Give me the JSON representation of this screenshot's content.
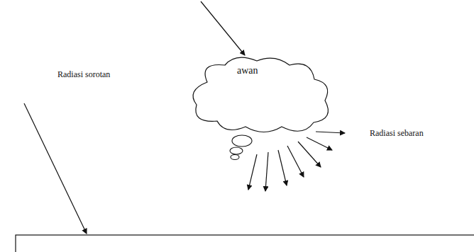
{
  "diagram": {
    "nodes": [
      {
        "text": [
          "awan"
        ]
      }
    ],
    "labels": [
      "Radiasi sorotan",
      "Radiasi sebaran"
    ]
  }
}
